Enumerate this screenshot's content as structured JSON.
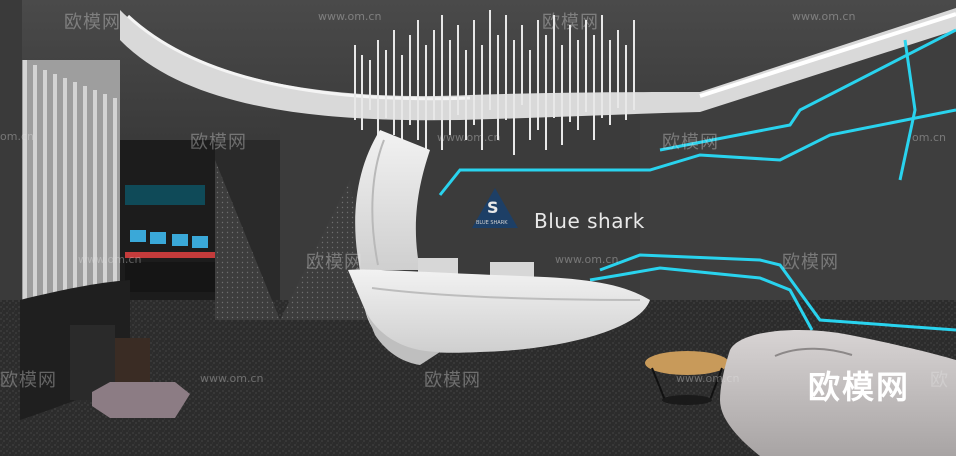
{
  "brand": {
    "name": "Blue shark",
    "logo_letter": "S",
    "logo_caption": "BLUE SHARK"
  },
  "watermark": {
    "brand_cn": "欧模网",
    "url": "www.om.cn",
    "url_short": "om.cn",
    "brand_cn_partial": "欧模网",
    "brand_cn_cut": "欧"
  },
  "colors": {
    "accent_cyan": "#29d3ee",
    "wall_dark": "#3a3a3a",
    "floor": "#2b2b2b",
    "desk_white": "#e6e6e6"
  }
}
